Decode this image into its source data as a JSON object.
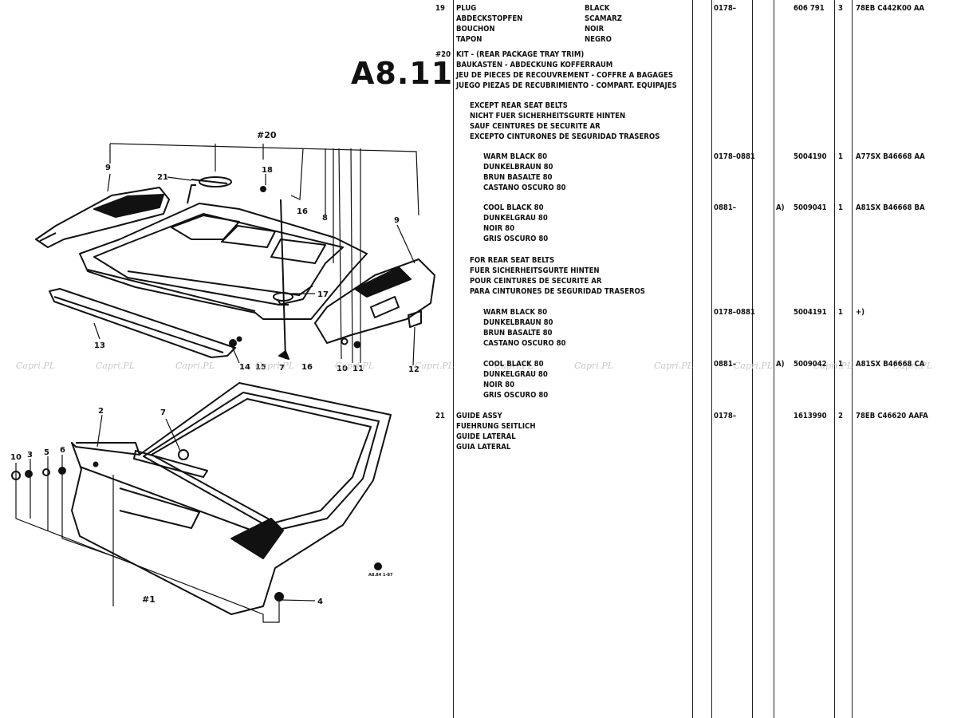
{
  "page_code": "A8.11",
  "watermark": "Capri.PL",
  "diagram": {
    "callouts": [
      "#20",
      "9",
      "21",
      "18",
      "16",
      "8",
      "9",
      "17",
      "13",
      "14",
      "15",
      "7",
      "16",
      "10",
      "11",
      "12",
      "2",
      "7",
      "10",
      "3",
      "5",
      "6",
      "#1",
      "4"
    ],
    "small_mark": "A8.84\n1-87"
  },
  "rows": [
    {
      "item": "19",
      "lines": [
        "PLUG",
        "ABDECKSTOPFEN",
        "BOUCHON",
        "TAPON"
      ],
      "colour": [
        "BLACK",
        "SCAMARZ",
        "NOIR",
        "NEGRO"
      ],
      "date": "0178–",
      "part": "606 791",
      "qty": "3",
      "ford": "78EB C442K00 AA"
    },
    {
      "item": "#20",
      "lines": [
        "KIT - (REAR PACKAGE TRAY TRIM)",
        "BAUKASTEN - ABDECKUNG KOFFERRAUM",
        "JEU DE PIECES DE RECOUVREMENT - COFFRE A BAGAGES",
        "JUEGO PIEZAS DE RECUBRIMIENTO - COMPART. EQUIPAJES"
      ]
    },
    {
      "sub": [
        "EXCEPT REAR SEAT BELTS",
        "NICHT FUER SICHERHEITSGURTE HINTEN",
        "SAUF CEINTURES DE SECURITE AR",
        "EXCEPTO CINTURONES DE SEGURIDAD TRASEROS"
      ]
    },
    {
      "var": [
        "WARM BLACK 80",
        "DUNKELBRAUN 80",
        "BRUN BASALTE 80",
        "CASTANO OSCURO 80"
      ],
      "date": "0178–0881",
      "part": "5004190",
      "qty": "1",
      "ford": "A77SX B46668 AA"
    },
    {
      "var": [
        "COOL BLACK 80",
        "DUNKELGRAU 80",
        "NOIR 80",
        "GRIS OSCURO 80"
      ],
      "date": "0881–",
      "ref": "A)",
      "part": "5009041",
      "qty": "1",
      "ford": "A81SX B46668 BA"
    },
    {
      "sub": [
        "FOR REAR SEAT BELTS",
        "FUER SICHERHEITSGURTE HINTEN",
        "POUR CEINTURES DE SECURITE AR",
        "PARA CINTURONES DE SEGURIDAD TRASEROS"
      ]
    },
    {
      "var": [
        "WARM BLACK 80",
        "DUNKELBRAUN 80",
        "BRUN BASALTE 80",
        "CASTANO OSCURO 80"
      ],
      "date": "0178–0881",
      "part": "5004191",
      "qty": "1",
      "ford": "+)"
    },
    {
      "var": [
        "COOL BLACK 80",
        "DUNKELGRAU 80",
        "NOIR 80",
        "GRIS OSCURO 80"
      ],
      "date": "0881–",
      "ref": "A)",
      "part": "5009042",
      "qty": "1",
      "ford": "A81SX B46668 CA"
    },
    {
      "item": "21",
      "lines": [
        "GUIDE ASSY",
        "FUEHRUNG SEITLICH",
        "GUIDE LATERAL",
        "GUIA LATERAL"
      ],
      "date": "0178–",
      "part": "1613990",
      "qty": "2",
      "ford": "78EB C46620 AAFA"
    }
  ]
}
